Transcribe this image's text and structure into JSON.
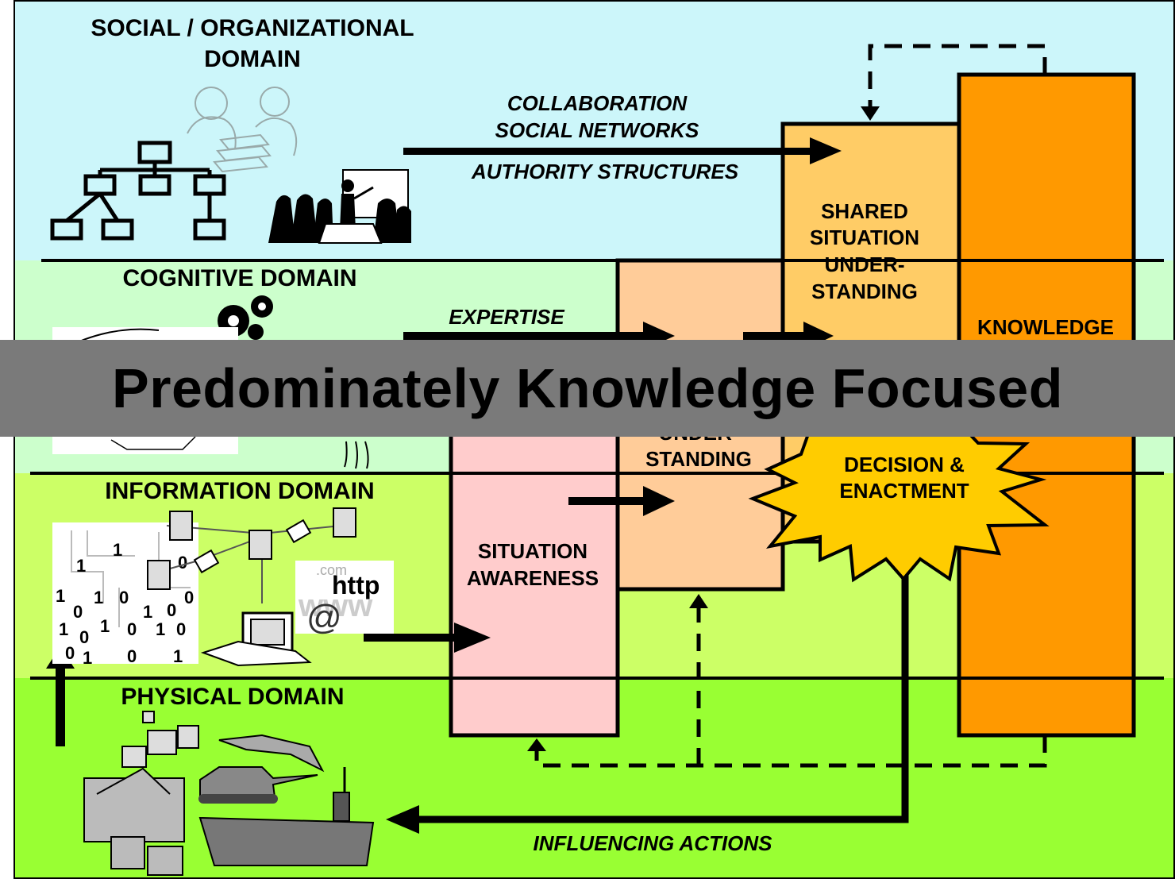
{
  "domains": {
    "social_line1": "SOCIAL / ORGANIZATIONAL",
    "social_line2": "DOMAIN",
    "cognitive": "COGNITIVE DOMAIN",
    "information": "INFORMATION DOMAIN",
    "physical": "PHYSICAL DOMAIN"
  },
  "flows": {
    "collaboration": "COLLABORATION",
    "social_networks": "SOCIAL NETWORKS",
    "authority": "AUTHORITY STRUCTURES",
    "expertise": "EXPERTISE",
    "influencing": "INFLUENCING ACTIONS"
  },
  "boxes": {
    "sa_line1": "SITUATION",
    "sa_line2": "AWARENESS",
    "u_line1": "UNDER-",
    "u_line2": "STANDING",
    "ssu_line1": "SHARED",
    "ssu_line2": "SITUATION",
    "ssu_line3": "UNDER-",
    "ssu_line4": "STANDING",
    "knowledge": "KNOWLEDGE",
    "dec_line1": "DECISION &",
    "dec_line2": "ENACTMENT"
  },
  "clipart": {
    "http": "http",
    "com": ".com",
    "at": "@",
    "www": "www",
    "binary": [
      "1",
      "0",
      "1",
      "1",
      "0",
      "1",
      "0",
      "0",
      "1",
      "0",
      "1",
      "0",
      "1",
      "0",
      "0",
      "1",
      "0",
      "1",
      "1",
      "0"
    ]
  },
  "banner": "Predominately Knowledge Focused",
  "colors": {
    "social": "#ccf6fa",
    "cognitive": "#ccffcc",
    "information": "#ccff66",
    "physical": "#99ff33",
    "situation_awareness": "#ffcccc",
    "understanding": "#ffcc99",
    "shared": "#ffcc66",
    "knowledge": "#ff9900",
    "decision": "#ffcc00",
    "banner": "#7a7a7a"
  }
}
